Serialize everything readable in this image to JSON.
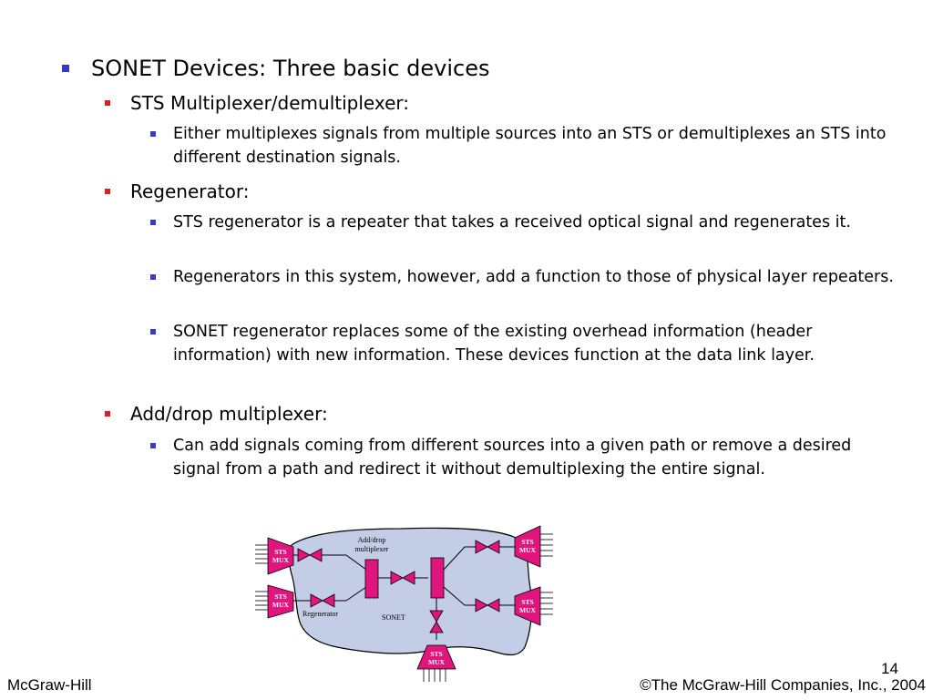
{
  "slide": {
    "main_bullet": "SONET Devices: Three basic devices",
    "sections": [
      {
        "title": "STS Multiplexer/demultiplexer:",
        "points": [
          "Either multiplexes signals from multiple sources into an STS or demultiplexes an STS into different destination signals."
        ]
      },
      {
        "title": "Regenerator:",
        "points": [
          "STS regenerator is a repeater that takes a received optical signal and regenerates it.",
          "Regenerators in this system, however, add a function to those of physical layer repeaters.",
          "SONET regenerator replaces some of the existing overhead information (header information) with new information. These devices function at the data link layer."
        ]
      },
      {
        "title": "Add/drop multiplexer:",
        "points": [
          "Can add signals coming from different sources into a given path or remove a desired signal from a path and redirect it without demultiplexing the entire signal."
        ]
      }
    ]
  },
  "diagram": {
    "mux_line1": "STS",
    "mux_line2": "MUX",
    "add_drop_line1": "Add/drop",
    "add_drop_line2": "multiplexer",
    "regenerator_label": "Regenerator",
    "network_label": "SONET",
    "colors": {
      "mux_fill": "#e0157d",
      "cloud_fill": "#c3cde6",
      "line": "#000000"
    }
  },
  "footer": {
    "left": "McGraw-Hill",
    "right": "©The McGraw-Hill Companies, Inc., 2004",
    "page_number": "14"
  }
}
